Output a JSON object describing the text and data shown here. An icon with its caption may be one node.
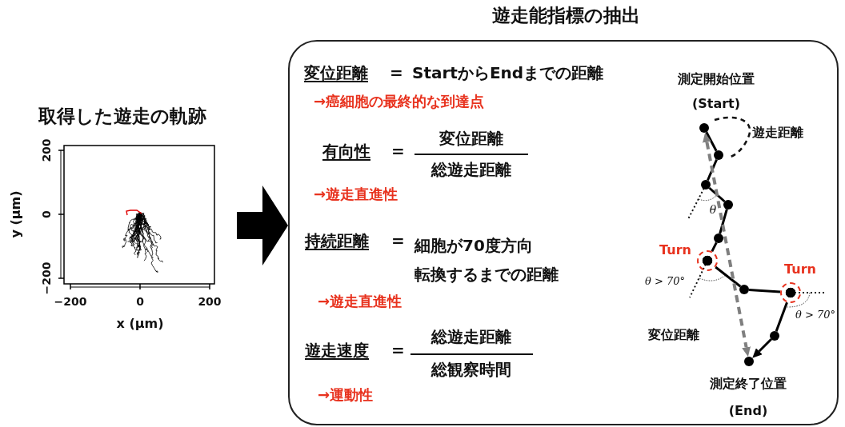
{
  "diagram": {
    "nodes": [
      {
        "text": [
          "取得した遊走の軌跡"
        ]
      },
      {
        "text": [
          "遊走能指標の抽出"
        ]
      },
      {
        "text": [],
        "shape": "circle",
        "in": 1,
        "beside": [
          "測定開始位置",
          "(Start)"
        ]
      },
      {
        "text": [],
        "shape": "circle",
        "in": 1
      },
      {
        "text": [],
        "shape": "circle",
        "in": 1
      },
      {
        "text": [],
        "shape": "circle",
        "in": 1
      },
      {
        "text": [],
        "shape": "circle",
        "in": 1
      },
      {
        "text": [],
        "shape": "circle",
        "in": 1,
        "beside": [
          "Turn"
        ]
      },
      {
        "text": [],
        "shape": "circle",
        "in": 1
      },
      {
        "text": [],
        "shape": "circle",
        "in": 1,
        "beside": [
          "Turn"
        ]
      },
      {
        "text": [],
        "shape": "circle",
        "in": 1
      },
      {
        "text": [],
        "shape": "circle",
        "in": 1,
        "beside": [
          "測定終了位置",
          "(End)"
        ]
      }
    ],
    "edges": [
      {
        "from": 0,
        "to": 1,
        "arrow": "to",
        "style": "thick"
      },
      {
        "from": 2,
        "to": 3,
        "arrow": "none"
      },
      {
        "from": 3,
        "to": 4,
        "arrow": "none"
      },
      {
        "from": 4,
        "to": 5,
        "arrow": "none"
      },
      {
        "from": 5,
        "to": 6,
        "arrow": "none"
      },
      {
        "from": 6,
        "to": 7,
        "arrow": "none"
      },
      {
        "from": 7,
        "to": 8,
        "arrow": "none"
      },
      {
        "from": 8,
        "to": 9,
        "arrow": "none"
      },
      {
        "from": 9,
        "to": 10,
        "arrow": "none"
      },
      {
        "from": 10,
        "to": 11,
        "arrow": "to"
      },
      {
        "from": 2,
        "to": 11,
        "arrow": "both",
        "style": "dashed",
        "color": "#7f7f7f",
        "label": "変位距離"
      }
    ],
    "labels": [
      "y (μm)",
      "200",
      "0",
      "−200",
      "−200",
      "0",
      "200",
      "x (μm)",
      "変位距離",
      "=",
      "StartからEndまでの距離",
      "→癌細胞の最終的な到達点",
      "有向性",
      "=",
      "変位距離",
      "総遊走距離",
      "→遊走直進性",
      "持続距離",
      "=",
      "細胞が70度方向転換するまでの距離",
      "→遊走直進性",
      "遊走速度",
      "=",
      "総遊走距離",
      "総観察時間",
      "→運動性",
      "遊走距離",
      "θ",
      "θ > 70°",
      "θ > 70°"
    ]
  }
}
